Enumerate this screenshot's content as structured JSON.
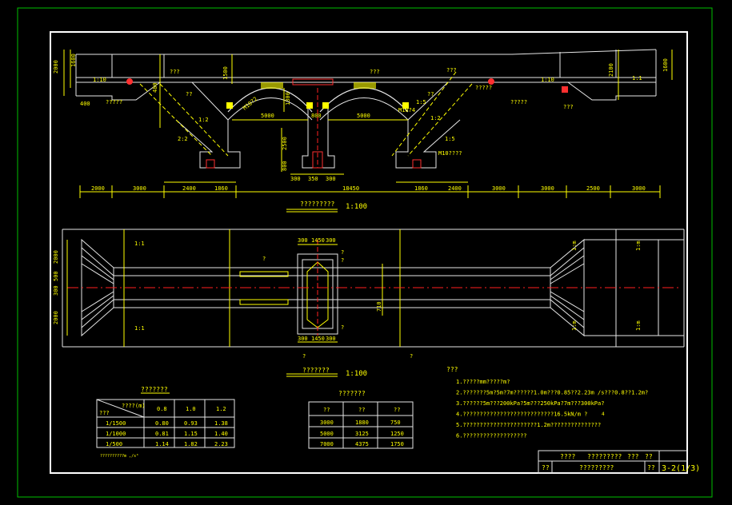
{
  "colors": {
    "background": "#000000",
    "frame_outer": "#00c000",
    "frame_inner": "#ffffff",
    "linework": "#ffff00",
    "structure": "#e6e6e6",
    "centerline": "#ff2020",
    "highlight": "#ff3030",
    "dimension": "#ffff00"
  },
  "elevation": {
    "title": "?????????",
    "scale": "1:100",
    "dims_top": {
      "h_left": "2000",
      "h_left2": "1600",
      "h_mid": "1500",
      "h_right": "2100",
      "h_right2": "1600",
      "span_left": "5000",
      "span_right": "5000",
      "pier_top": "800",
      "h_pier": "2500",
      "h_found": "800",
      "w_found": "300",
      "w_found2": "350",
      "w_found3": "300",
      "h_abut": "1300",
      "w_abut": "480"
    },
    "dims_bottom": [
      "2000",
      "3000",
      "2400",
      "1860",
      "18450",
      "1860",
      "2400",
      "3000",
      "3000",
      "2500",
      "3000"
    ],
    "labels": {
      "left_notes": [
        "???",
        "??",
        "?????",
        "1:10",
        "400",
        "1:2",
        "2:2"
      ],
      "right_notes": [
        "???",
        "??",
        "?????",
        "1:10",
        "???",
        "1:2",
        "1:5",
        "M10????"
      ],
      "arch": [
        "???",
        "M10?2",
        "M10?4",
        "?????"
      ],
      "slope": [
        "1:1",
        "1:5"
      ]
    }
  },
  "plan": {
    "title": "???????",
    "scale": "1:100",
    "dims": {
      "top": [
        "300",
        "1450",
        "300"
      ],
      "bottom": [
        "300",
        "1450",
        "300"
      ],
      "left": [
        "2000",
        "500",
        "300",
        "2000"
      ],
      "width_center": "710"
    },
    "markers": [
      "?",
      "?",
      "?",
      "?",
      "?",
      "?"
    ],
    "slope": [
      "1:1",
      "1:1",
      "1:m",
      "1:m",
      "1:m",
      "1:m"
    ]
  },
  "table1": {
    "title": "???????",
    "corner_top": "????(m)",
    "corner_bottom": "???",
    "columns": [
      "0.8",
      "1.0",
      "1.2"
    ],
    "rows": [
      {
        "label": "1/1500",
        "values": [
          "0.80",
          "0.93",
          "1.38"
        ]
      },
      {
        "label": "1/1000",
        "values": [
          "0.81",
          "1.15",
          "1.40"
        ]
      },
      {
        "label": "1/500",
        "values": [
          "1.14",
          "1.82",
          "2.23"
        ]
      }
    ],
    "footnote": "??????????m ,/s³"
  },
  "table2": {
    "title": "???????",
    "headers": [
      "??",
      "??",
      "??"
    ],
    "rows": [
      [
        "3000",
        "1880",
        "750"
      ],
      [
        "5000",
        "3125",
        "1250"
      ],
      [
        "7000",
        "4375",
        "1750"
      ]
    ]
  },
  "notes": {
    "title": "???",
    "items": [
      "1.?????mm?????m?",
      "2.???????5m?5m?7m??????1.0m???0.85??2.23m /s???0.8??1.2m?",
      "3.??????5m???200kPa?5m???250kPa?7m???300kPa?",
      "4.???????????????????????????16.5kN/m ?",
      "5.??????????????????????1.2m???????????????",
      "6.???????????????????"
    ],
    "mark": "4"
  },
  "title_block": {
    "row1": [
      "????",
      "?????????",
      "???",
      "??"
    ],
    "row2_left": "??",
    "row2_mid": "?????????",
    "row2_right_label": "??",
    "drawing_no": "3-2(1/3)"
  }
}
